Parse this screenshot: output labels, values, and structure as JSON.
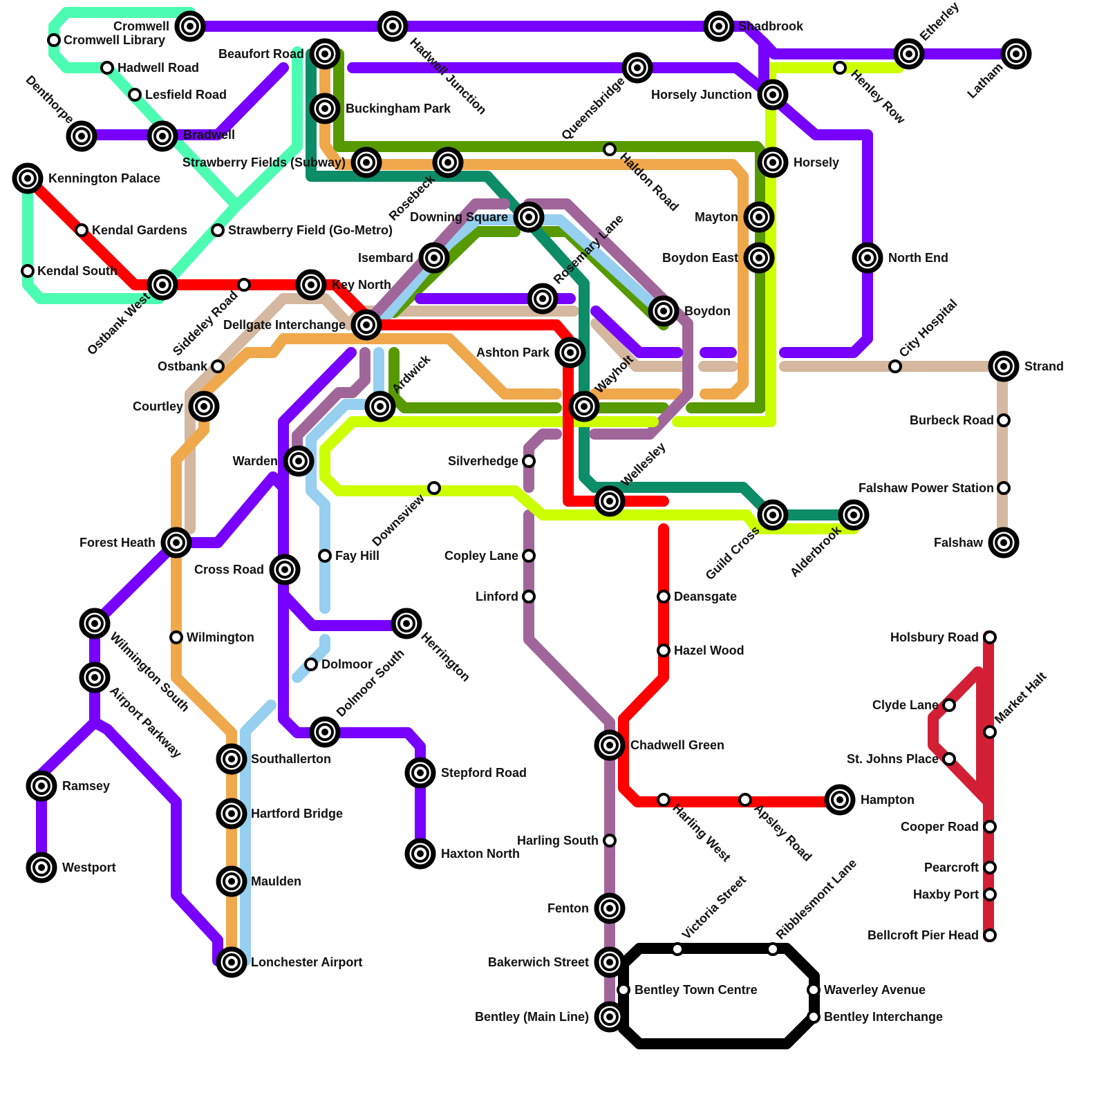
{
  "map": {
    "lines": {
      "mint": "#4dfcb3",
      "purple": "#7700ff",
      "red": "#ff0000",
      "orange": "#f0a84c",
      "olive": "#579a00",
      "teal": "#0d8c68",
      "lime": "#ccff00",
      "lightblue": "#96cfef",
      "mauve": "#a0669a",
      "tan": "#d4b8a0",
      "crimson": "#d21f35",
      "black": "#000000"
    },
    "stations": {
      "cromwell": "Cromwell",
      "cromwell_library": "Cromwell Library",
      "hadwell_road": "Hadwell Road",
      "lesfield_road": "Lesfield Road",
      "denthorpe": "Denthorpe",
      "bradwell": "Bradwell",
      "kennington_palace": "Kennington Palace",
      "kendal_gardens": "Kendal Gardens",
      "kendal_south": "Kendal South",
      "ostbank_west": "Ostbank West",
      "strawberry_subway": "Strawberry Fields (Subway)",
      "strawberry_gometro": "Strawberry Field (Go-Metro)",
      "beaufort_road": "Beaufort Road",
      "buckingham_park": "Buckingham Park",
      "hadwell_junction": "Hadwell Junction",
      "shadbrook": "Shadbrook",
      "etherley": "Etherley",
      "latham": "Latham",
      "queensbridge": "Queensbridge",
      "horsely_junction": "Horsely Junction",
      "henley_row": "Henley Row",
      "horsely": "Horsely",
      "haldon_road": "Haldon Road",
      "rosebeck": "Rosebeck",
      "downing_square": "Downing Square",
      "rosemary_lane": "Rosemary Lane",
      "mayton": "Mayton",
      "boydon_east": "Boydon East",
      "boydon": "Boydon",
      "north_end": "North End",
      "isembard": "Isembard",
      "key_north": "Key North",
      "siddeley_road": "Siddeley Road",
      "dellgate": "Dellgate Interchange",
      "ostbank": "Ostbank",
      "courtley": "Courtley",
      "ardwick": "Ardwick",
      "ashton_park": "Ashton Park",
      "wayholt": "Wayholt",
      "city_hospital": "City Hospital",
      "strand": "Strand",
      "burbeck_road": "Burbeck Road",
      "falshaw_ps": "Falshaw Power Station",
      "falshaw": "Falshaw",
      "warden": "Warden",
      "silverhedge": "Silverhedge",
      "downsview": "Downsview",
      "wellesley": "Wellesley",
      "guild_cross": "Guild Cross",
      "alderbrook": "Alderbrook",
      "forest_heath": "Forest Heath",
      "cross_road": "Cross Road",
      "fay_hill": "Fay Hill",
      "copley_lane": "Copley Lane",
      "linford": "Linford",
      "deansgate": "Deansgate",
      "wilmington_south": "Wilmington South",
      "wilmington": "Wilmington",
      "herrington": "Herrington",
      "dolmoor": "Dolmoor",
      "hazel_wood": "Hazel Wood",
      "airport_parkway": "Airport Parkway",
      "dolmoor_south": "Dolmoor South",
      "holsbury_road": "Holsbury Road",
      "clyde_lane": "Clyde Lane",
      "market_halt": "Market Halt",
      "chadwell_green": "Chadwell Green",
      "southallerton": "Southallerton",
      "st_johns_place": "St. Johns Place",
      "ramsey": "Ramsey",
      "stepford_road": "Stepford Road",
      "hampton": "Hampton",
      "harling_west": "Harling West",
      "apsley_road": "Apsley Road",
      "hartford_bridge": "Hartford Bridge",
      "cooper_road": "Cooper Road",
      "harling_south": "Harling South",
      "haxton_north": "Haxton North",
      "westport": "Westport",
      "pearcroft": "Pearcroft",
      "maulden": "Maulden",
      "haxby_port": "Haxby Port",
      "victoria_street": "Victoria Street",
      "ribblesmont_lane": "Ribblesmont Lane",
      "fenton": "Fenton",
      "bellcroft": "Bellcroft Pier Head",
      "lonchester": "Lonchester Airport",
      "bakerwich": "Bakerwich Street",
      "bentley_tc": "Bentley Town Centre",
      "waverley": "Waverley Avenue",
      "bentley_main": "Bentley (Main Line)",
      "bentley_int": "Bentley Interchange"
    }
  }
}
